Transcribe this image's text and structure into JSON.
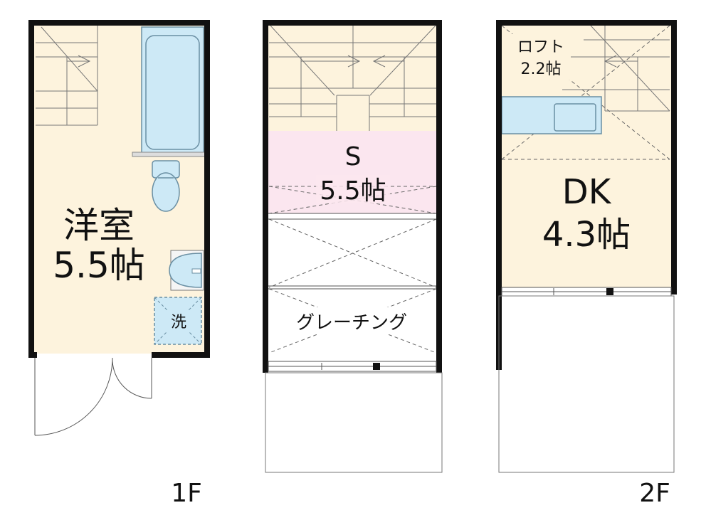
{
  "floors": {
    "first": {
      "label": "1F",
      "western_room": {
        "name": "洋室",
        "size": "5.5帖"
      },
      "laundry": {
        "label": "洗"
      }
    },
    "middle": {
      "service_room": {
        "name": "S",
        "size": "5.5帖"
      },
      "grating": {
        "label": "グレーチング"
      }
    },
    "second": {
      "label": "2F",
      "dining_kitchen": {
        "name": "DK",
        "size": "4.3帖"
      },
      "loft": {
        "name": "ロフト",
        "size": "2.2帖"
      }
    }
  },
  "colors": {
    "wall": "#111111",
    "room_floor": "#fdf3dd",
    "service_room_floor": "#fbe6ef",
    "fixture": "#cde9f6",
    "fixture_stroke": "#6a8fa3",
    "line": "#555555"
  }
}
